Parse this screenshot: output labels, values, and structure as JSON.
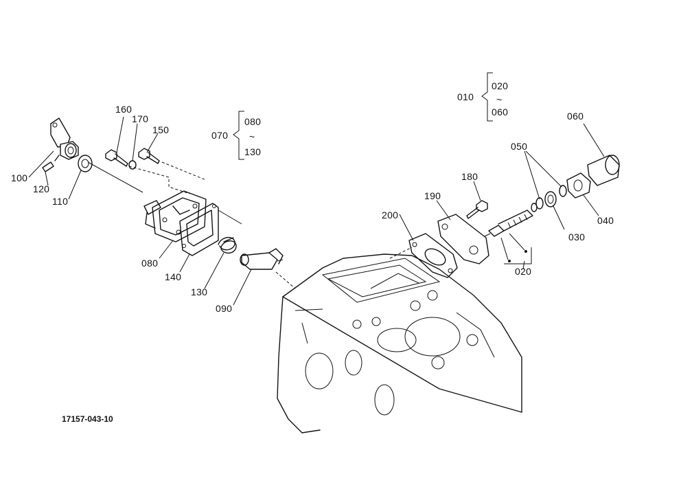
{
  "diagram": {
    "part_labels": {
      "p010": "010",
      "p020_top": "020",
      "p060_brace": "060",
      "p060": "060",
      "p050": "050",
      "p040": "040",
      "p030": "030",
      "p020": "020",
      "p180": "180",
      "p190": "190",
      "p200": "200",
      "p070": "070",
      "p080_brace": "080",
      "p130_brace": "130",
      "p160": "160",
      "p170": "170",
      "p150": "150",
      "p100": "100",
      "p120": "120",
      "p110": "110",
      "p080": "080",
      "p140": "140",
      "p130": "130",
      "p090": "090"
    },
    "tilde": "~",
    "drawing_code": "17157-043-10"
  }
}
